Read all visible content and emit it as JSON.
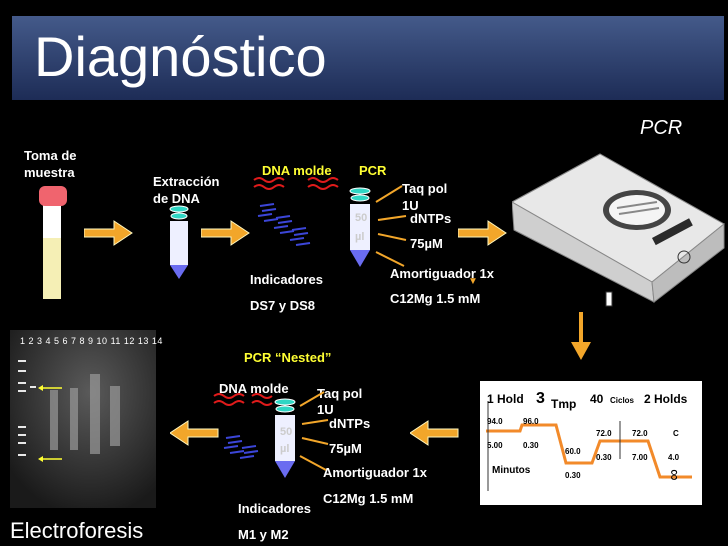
{
  "title": "Diagnóstico",
  "pcr_corner": "PCR",
  "step1": {
    "line1": "Toma de",
    "line2": "muestra"
  },
  "step2": {
    "line1": "Extracción",
    "line2": "de DNA"
  },
  "first_pcr": {
    "dna_molde": "DNA molde",
    "pcr": "PCR",
    "volume": "50",
    "volume_unit": "µl",
    "taq": "Taq pol",
    "taq_units": "1U",
    "dntps": "dNTPs",
    "dntps_conc": "75µM",
    "buffer": "Amortiguador 1x",
    "mg": "C12Mg 1.5 mM",
    "primers": "Indicadores",
    "primers_names": "DS7 y DS8"
  },
  "nested": {
    "label": "PCR “Nested”",
    "dna_molde": "DNA molde",
    "volume": "50",
    "volume_unit": "µl",
    "taq": "Taq pol",
    "taq_units": "1U",
    "dntps": "dNTPs",
    "dntps_conc": "75µM",
    "buffer": "Amortiguador 1x",
    "mg": "C12Mg 1.5 mM",
    "primers": "Indicadores",
    "primers_names": "M1 y M2"
  },
  "gel": {
    "lanes": "1 2  3  4  5  6  7  8  9 10 11 12 13 14"
  },
  "electro": "Electroforesis",
  "thermal": {
    "hold1": "1 Hold",
    "tmp_num": "3",
    "tmp": "Tmp",
    "cycles_num": "40",
    "cycles": "Ciclos",
    "holds2": "2 Holds",
    "t940": "94.0",
    "t960": "96.0",
    "d500": "5.00",
    "d030a": "0.30",
    "t600": "60.0",
    "d030b": "0.30",
    "t720a": "72.0",
    "d030c": "0.30",
    "t720b": "72.0",
    "d700": "7.00",
    "c": "C",
    "d40": "4.0",
    "minutos": "Minutos",
    "inf": "∞"
  }
}
